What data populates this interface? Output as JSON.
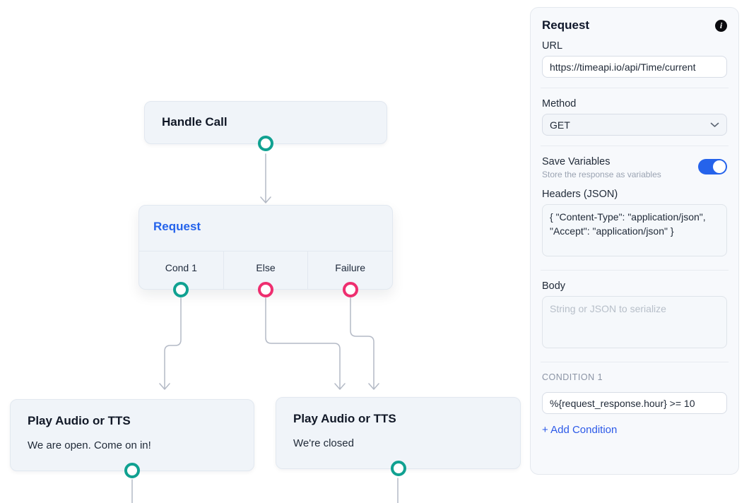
{
  "colors": {
    "teal": "#10a191",
    "pink": "#ee2e6f",
    "blue": "#2563eb",
    "edge": "#b4bac6"
  },
  "flow": {
    "handle_call": {
      "title": "Handle Call"
    },
    "request": {
      "title": "Request",
      "outputs": [
        {
          "label": "Cond 1",
          "port_color": "teal"
        },
        {
          "label": "Else",
          "port_color": "pink"
        },
        {
          "label": "Failure",
          "port_color": "pink"
        }
      ]
    },
    "play_open": {
      "title": "Play Audio or TTS",
      "text": "We are open. Come on in!"
    },
    "play_closed": {
      "title": "Play Audio or TTS",
      "text": "We're closed"
    }
  },
  "panel": {
    "title": "Request",
    "url": {
      "label": "URL",
      "value": "https://timeapi.io/api/Time/current"
    },
    "method": {
      "label": "Method",
      "value": "GET"
    },
    "save_variables": {
      "label": "Save Variables",
      "subtext": "Store the response as variables",
      "enabled": true
    },
    "headers": {
      "label": "Headers (JSON)",
      "value": "{ \"Content-Type\": \"application/json\", \"Accept\": \"application/json\" }"
    },
    "body": {
      "label": "Body",
      "value": "",
      "placeholder": "String or JSON to serialize"
    },
    "condition": {
      "label": "CONDITION 1",
      "value": "%{request_response.hour} >= 10"
    },
    "add_condition_label": "+ Add Condition"
  }
}
